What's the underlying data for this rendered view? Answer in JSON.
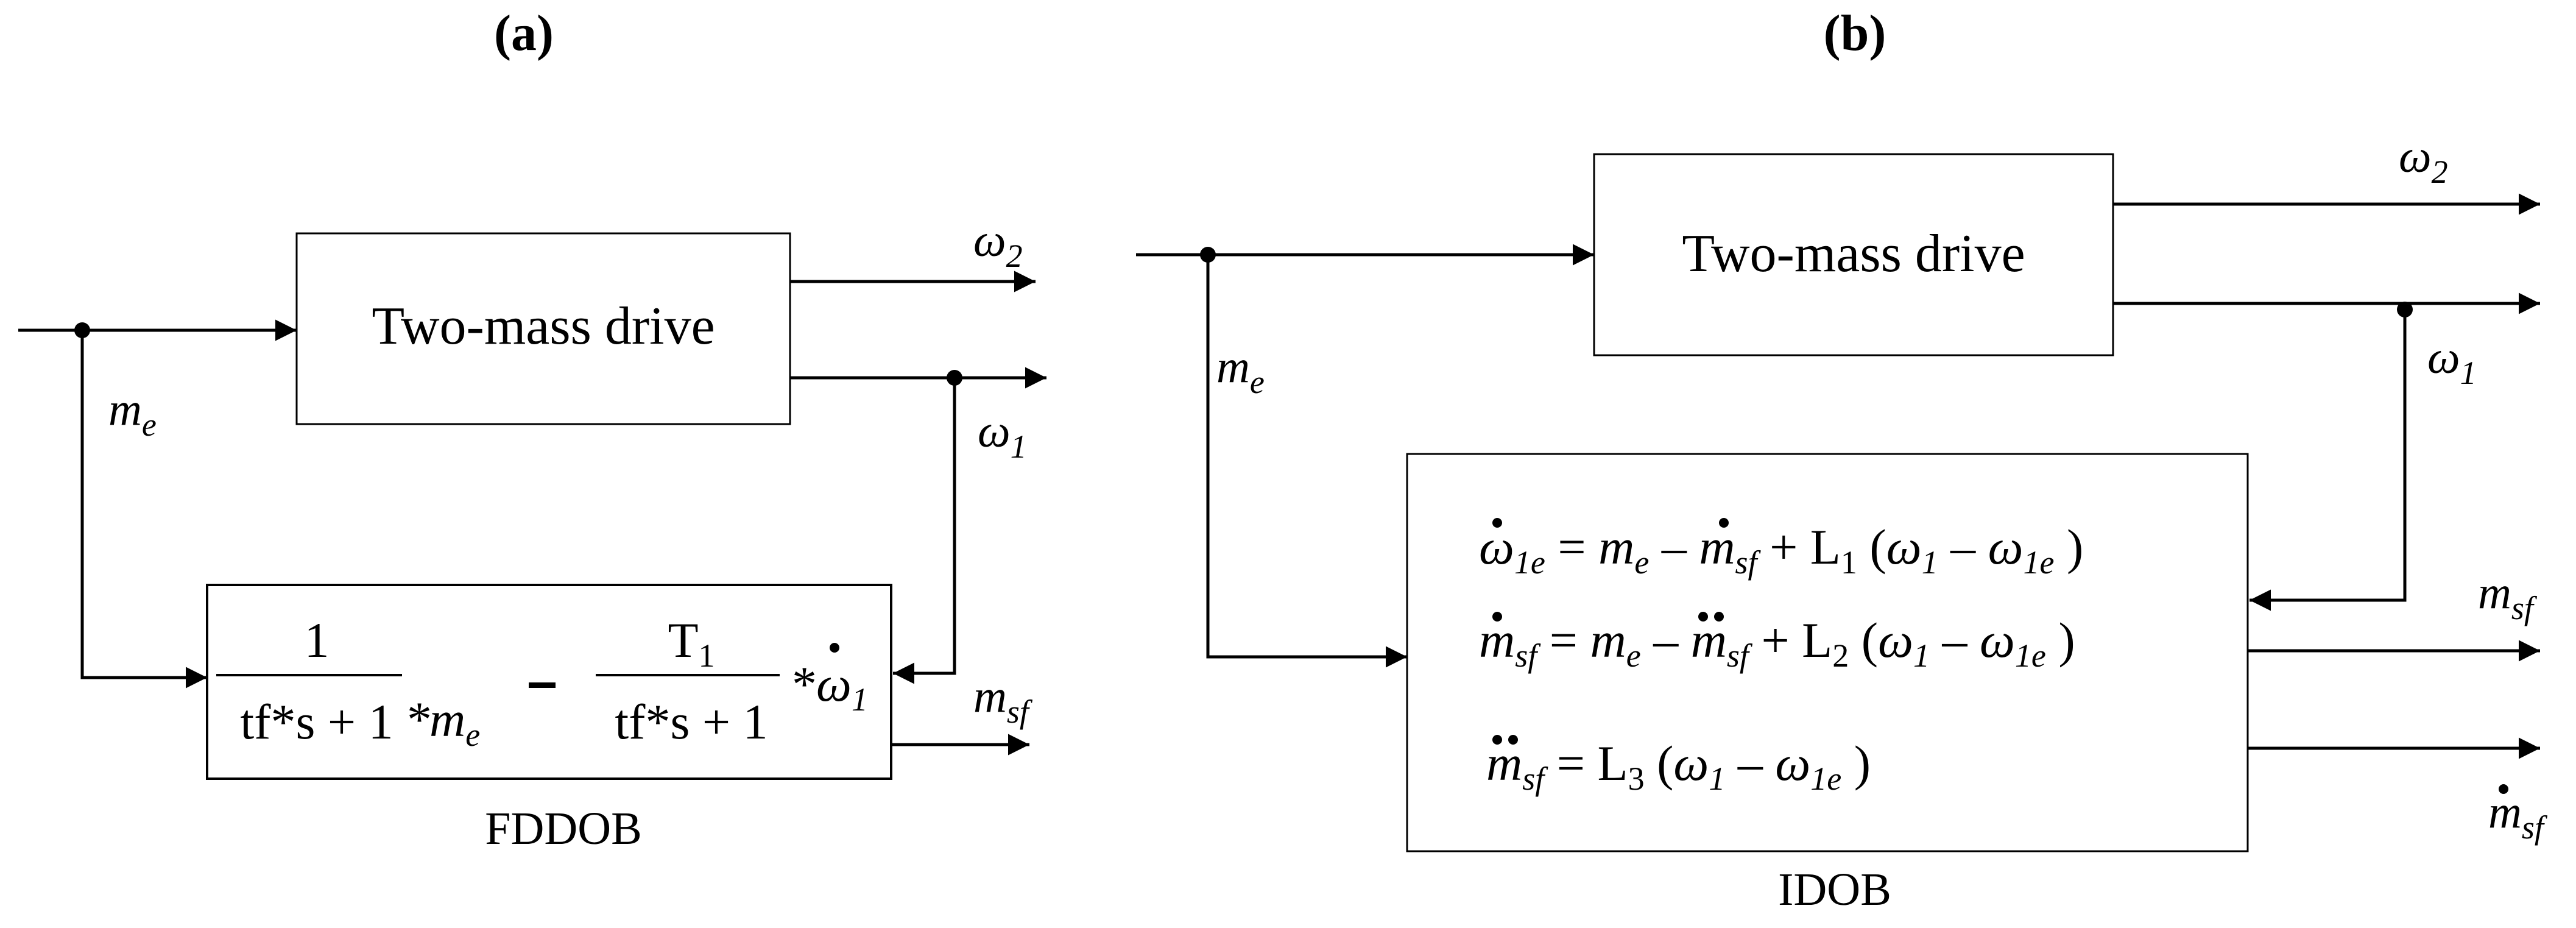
{
  "panel_a": {
    "label": "(a)",
    "block_title": "Two-mass drive",
    "caption": "FDDOB",
    "me": "m",
    "me_sub": "e",
    "w2": "ω",
    "w2_sub": "2",
    "w1": "ω",
    "w1_sub": "1",
    "msf": "m",
    "msf_sub": "sf",
    "frac1_num": "1",
    "frac1_den": "tf*s + 1",
    "star_me": "*",
    "me_in": "m",
    "me_in_sub": "e",
    "minus": "-",
    "frac2_num": "T",
    "frac2_num_sub": "1",
    "frac2_den": "tf*s + 1",
    "star_w": "*",
    "wdot": "ω",
    "wdot_sub": "1"
  },
  "panel_b": {
    "label": "(b)",
    "block_title": "Two-mass drive",
    "caption": "IDOB",
    "me": "m",
    "me_sub": "e",
    "w2": "ω",
    "w2_sub": "2",
    "w1": "ω",
    "w1_sub": "1",
    "msf": "m",
    "msf_sub": "sf",
    "msfdot": "m",
    "msfdot_sub": "sf",
    "eq1": {
      "lhs": "ω",
      "lhs_sub": "1e",
      "eq": " = ",
      "a": "m",
      "a_sub": "e",
      "minus": " – ",
      "b": "m",
      "b_sub": "sf",
      "plus": " + L",
      "gain_sub": "1",
      "open": " (",
      "c": "ω",
      "c_sub": "1",
      "minus2": " – ",
      "d": "ω",
      "d_sub": "1e",
      "close": " )"
    },
    "eq2": {
      "lhs": "m",
      "lhs_sub": "sf",
      "eq": " = ",
      "a": "m",
      "a_sub": "e",
      "minus": " – ",
      "b": "m",
      "b_sub": "sf",
      "plus": " + L",
      "gain_sub": "2",
      "open": " (",
      "c": "ω",
      "c_sub": "1",
      "minus2": " – ",
      "d": "ω",
      "d_sub": "1e",
      "close": " )"
    },
    "eq3": {
      "lhs": "m",
      "lhs_sub": "sf",
      "eq": " = L",
      "gain_sub": "3",
      "open": " (",
      "c": "ω",
      "c_sub": "1",
      "minus2": " – ",
      "d": "ω",
      "d_sub": "1e",
      "close": " )"
    }
  }
}
